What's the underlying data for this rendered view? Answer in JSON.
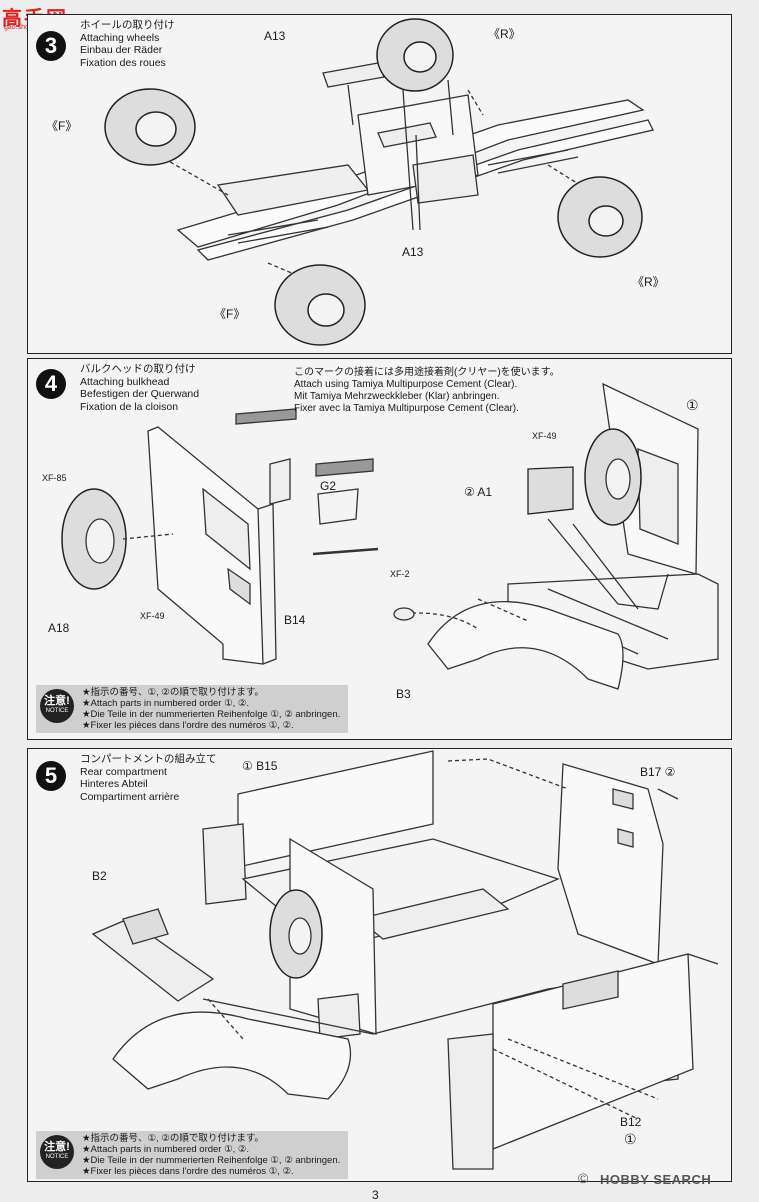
{
  "watermark_top": {
    "logo_text": "高手网",
    "sub_text": "gao.shou.net"
  },
  "step3": {
    "number": "3",
    "title_ja": "ホイールの取り付け",
    "title_en": "Attaching wheels",
    "title_de": "Einbau der Räder",
    "title_fr": "Fixation des roues",
    "labels": {
      "a13_top": "A13",
      "a13_bottom": "A13",
      "r_top": "《R》",
      "r_bottom": "《R》",
      "f_top": "《F》",
      "f_bottom": "《F》"
    }
  },
  "step4": {
    "number": "4",
    "title_ja": "バルクヘッドの取り付け",
    "title_en": "Attaching bulkhead",
    "title_de": "Befestigen der Querwand",
    "title_fr": "Fixation de la cloison",
    "cement_note": {
      "ja": "このマークの接着には多用途接着剤(クリヤー)を使います。",
      "en": "Attach using Tamiya Multipurpose Cement (Clear).",
      "de": "Mit Tamiya Mehrzweckkleber (Klar) anbringen.",
      "fr": "Fixer avec la Tamiya Multipurpose Cement (Clear)."
    },
    "labels": {
      "xf85": "XF-85",
      "a18": "A18",
      "xf49_left": "XF-49",
      "b14": "B14",
      "g2": "G2",
      "circle1": "①",
      "xf49_right": "XF-49",
      "a1": "② A1",
      "xf2": "XF-2",
      "b3": "B3"
    },
    "notice": {
      "badge_ja": "注意!",
      "badge_en": "NOTICE",
      "lines": [
        "★指示の番号、①, ②の順で取り付けます。",
        "★Attach parts in numbered order ①, ②.",
        "★Die Teile in der nummerierten Reihenfolge ①, ② anbringen.",
        "★Fixer les pièces dans l'ordre des numéros ①, ②."
      ]
    }
  },
  "step5": {
    "number": "5",
    "title_ja": "コンパートメントの組み立て",
    "title_en": "Rear compartment",
    "title_de": "Hinteres Abteil",
    "title_fr": "Compartiment arrière",
    "labels": {
      "b15": "① B15",
      "b17": "B17 ②",
      "b2": "B2",
      "b12": "B12",
      "b12_num": "①"
    },
    "notice": {
      "badge_ja": "注意!",
      "badge_en": "NOTICE",
      "lines": [
        "★指示の番号、①, ②の順で取り付けます。",
        "★Attach parts in numbered order ①, ②.",
        "★Die Teile in der nummerierten Reihenfolge ①, ② anbringen.",
        "★Fixer les pièces dans l'ordre des numéros ①, ②."
      ]
    }
  },
  "page_number": "3",
  "watermark_bottom": "HOBBY SEARCH"
}
